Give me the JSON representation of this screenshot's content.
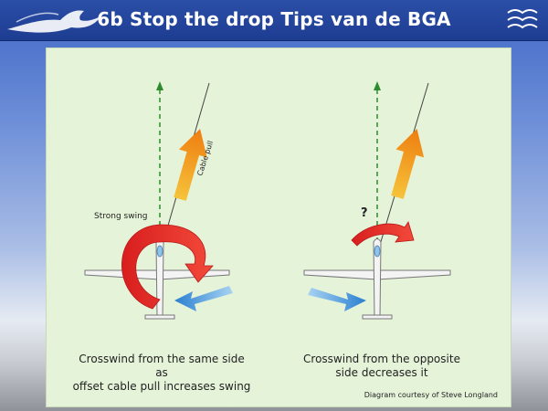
{
  "slide": {
    "title": "6b Stop the drop Tips van de BGA"
  },
  "diagram": {
    "left": {
      "swing_label": "Strong swing",
      "cable_label": "Cable pull",
      "caption_line1": "Crosswind from the same side as",
      "caption_line2": "offset cable pull increases swing"
    },
    "right": {
      "question_mark": "?",
      "caption_line1": "Crosswind from the opposite",
      "caption_line2": "side decreases it"
    },
    "credit": "Diagram courtesy of Steve Longland",
    "colors": {
      "panel": "#e5f3d9",
      "centerline": "#2e8b2e",
      "swing_arrow": "#e02a2a",
      "pull_arrow": "#f0a21c",
      "wind_arrow": "#3b8fd6"
    }
  }
}
